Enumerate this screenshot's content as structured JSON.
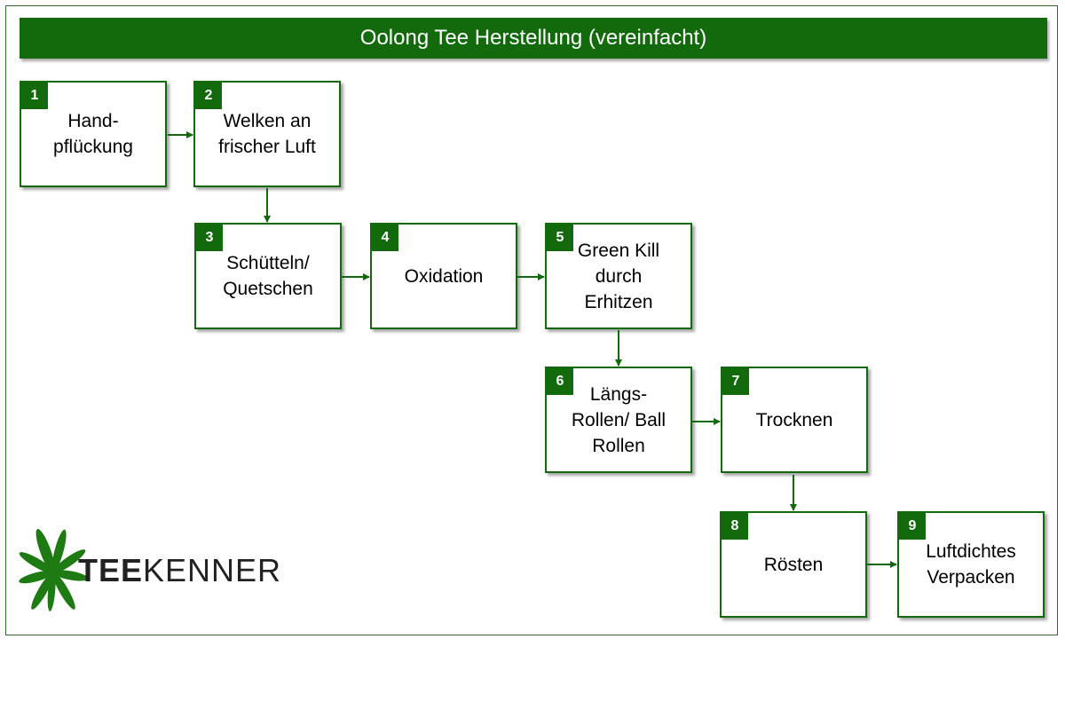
{
  "title": "Oolong Tee Herstellung (vereinfacht)",
  "logo": {
    "bold": "TEE",
    "light": "KENNER"
  },
  "steps": [
    {
      "number": "1",
      "label": "Hand-\npflückung"
    },
    {
      "number": "2",
      "label": "Welken an\nfrischer Luft"
    },
    {
      "number": "3",
      "label": "Schütteln/\nQuetschen"
    },
    {
      "number": "4",
      "label": "Oxidation"
    },
    {
      "number": "5",
      "label": "Green Kill\ndurch\nErhitzen"
    },
    {
      "number": "6",
      "label": "Längs-\nRollen/ Ball\nRollen"
    },
    {
      "number": "7",
      "label": "Trocknen"
    },
    {
      "number": "8",
      "label": "Rösten"
    },
    {
      "number": "9",
      "label": "Luftdichtes\nVerpacken"
    }
  ],
  "colors": {
    "accent": "#126a0c",
    "leaf": "#1e7a12"
  }
}
